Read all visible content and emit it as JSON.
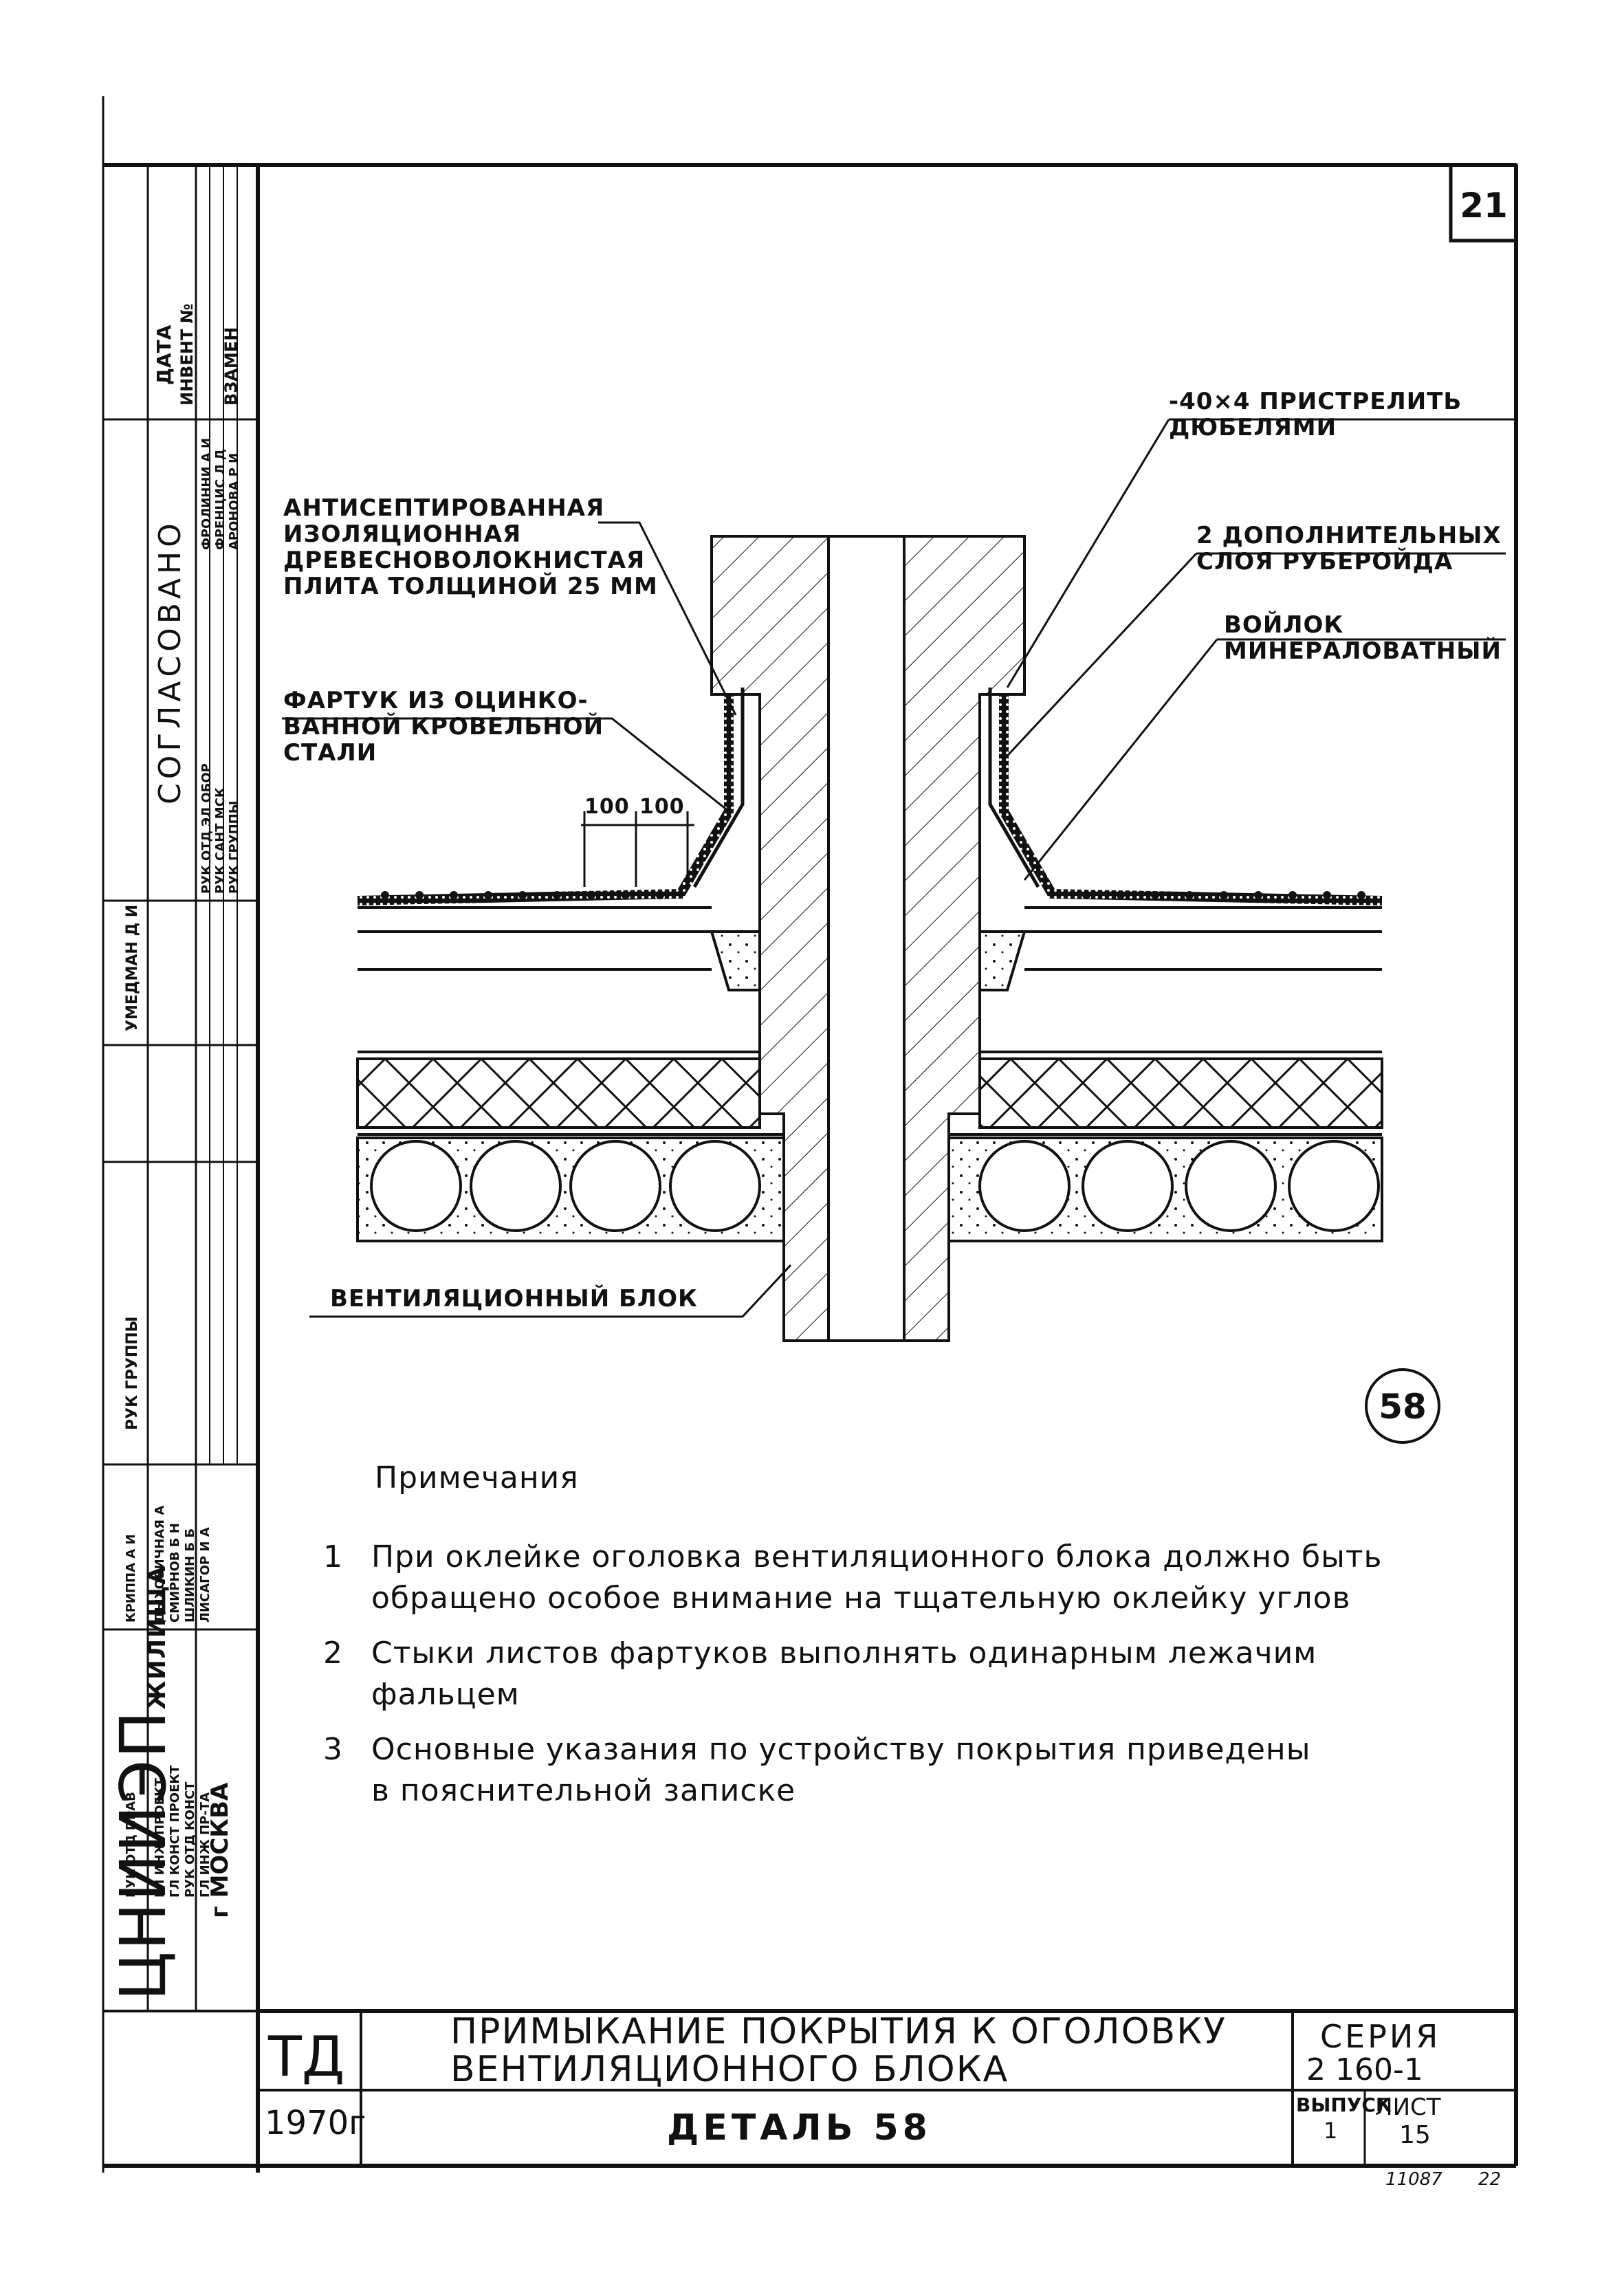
{
  "sheet": {
    "page_number": "21",
    "detail_mark": "58",
    "bottom_code": "11087",
    "bottom_code_2": "22"
  },
  "labels": {
    "insulation_plate": "АНТИСЕПТИРОВАННАЯ\nИЗОЛЯЦИОННАЯ\nДРЕВЕСНОВОЛОКНИСТАЯ\nПЛИТА ТОЛЩИНОЙ 25 ММ",
    "apron": "ФАРТУК ИЗ ОЦИНКО-\nВАННОЙ КРОВЕЛЬНОЙ\nСТАЛИ",
    "strip": "-40×4 ПРИСТРЕЛИТЬ\nДЮБЕЛЯМИ",
    "roofing_layers": "2 ДОПОЛНИТЕЛЬНЫХ\nСЛОЯ РУБЕРОЙДА",
    "felt": "ВОЙЛОК\nМИНЕРАЛОВАТНЫЙ",
    "vent_block": "ВЕНТИЛЯЦИОННЫЙ БЛОК",
    "dim_1": "100",
    "dim_2": "100"
  },
  "notes": {
    "heading": "Примечания",
    "items": [
      {
        "num": "1",
        "text": "При оклейке оголовка вентиляционного блока должно быть\nобращено особое внимание на тщательную оклейку углов"
      },
      {
        "num": "2",
        "text": "Стыки листов фартуков выполнять одинарным лежачим\nфальцем"
      },
      {
        "num": "3",
        "text": "Основные указания по устройству покрытия приведены\nв пояснительной записке"
      }
    ]
  },
  "title_block": {
    "code": "ТД",
    "year": "1970г",
    "title_line1": "ПРИМЫКАНИЕ ПОКРЫТИЯ К ОГОЛОВКУ",
    "title_line2": "ВЕНТИЛЯЦИОННОГО  БЛОКА",
    "detail": "ДЕТАЛЬ 58",
    "series_label": "СЕРИЯ",
    "series_value": "2 160-1",
    "issue_label": "ВЫПУСК",
    "issue_value": "1",
    "sheet_label": "ЛИСТ",
    "sheet_value": "15"
  },
  "side_stamp": {
    "org": "ЦНИИЭП",
    "org_suffix": "ЖИЛИЩА",
    "city": "г МОСКВА",
    "approved_header": "СОГЛАСОВАНО",
    "date_header": "ДАТА",
    "inv_header": "ИНВЕНТ №",
    "replace_header": "ВЗАМЕН",
    "approval_rows": [
      {
        "role": "РУК ОТД ЭЛ ОБОР",
        "name": "ФРОЛИННИ А И"
      },
      {
        "role": "РУК САНТ МСК",
        "name": "ФРЕНЦИС Л Д"
      },
      {
        "role": "РУК ГРУППЫ",
        "name": "АРОНОВА Р И"
      }
    ],
    "group_head": {
      "role": "РУК ГРУППЫ",
      "name": "УМЕДМАН Д И"
    },
    "staff_rows": [
      {
        "role": "РУК ОТД ПРАВ",
        "name": "КРИППА А И"
      },
      {
        "role": "ГЛ ИНЖ ПРОЕКТ",
        "name": "ДЫХОВИЧНАЯ А"
      },
      {
        "role": "ГЛ КОНСТ ПРОЕКТ",
        "name": "СМИРНОВ Б Н"
      },
      {
        "role": "РУК ОТД КОНСТ",
        "name": "ШЛИКИН Б Б"
      },
      {
        "role": "ГЛ ИНЖ ПР-ТА",
        "name": "ЛИСАГОР И А"
      }
    ]
  }
}
